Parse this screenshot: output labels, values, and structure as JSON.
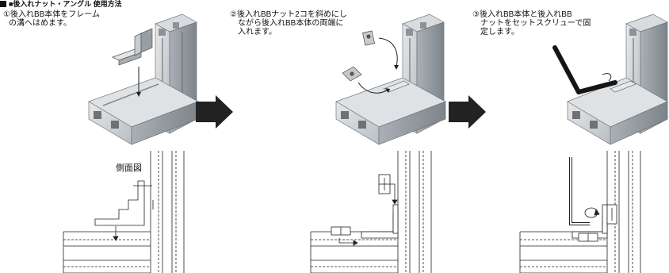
{
  "title": "■後入れナット・アングル 使用方法",
  "steps": [
    {
      "lines": [
        "①後入れBB本体をフレーム",
        "の溝へはめます。"
      ]
    },
    {
      "lines": [
        "②後入れBBナット2コを斜めにし",
        "ながら後入れBB本体の両端に",
        "入れます。"
      ]
    },
    {
      "lines": [
        "③後入れBB本体と後入れBB",
        "ナットをセットスクリューで固",
        "定します。"
      ]
    }
  ],
  "side_view_label": "側面図",
  "icons": {
    "step_arrow": "right-arrow-icon",
    "hex_key": "hex-key-icon",
    "rotation": "rotation-icon"
  },
  "colors": {
    "frame_face": "#cfd3d6",
    "frame_shade": "#9aa1a6",
    "frame_dark": "#5b6166",
    "arrow": "#222222",
    "line": "#222222"
  }
}
